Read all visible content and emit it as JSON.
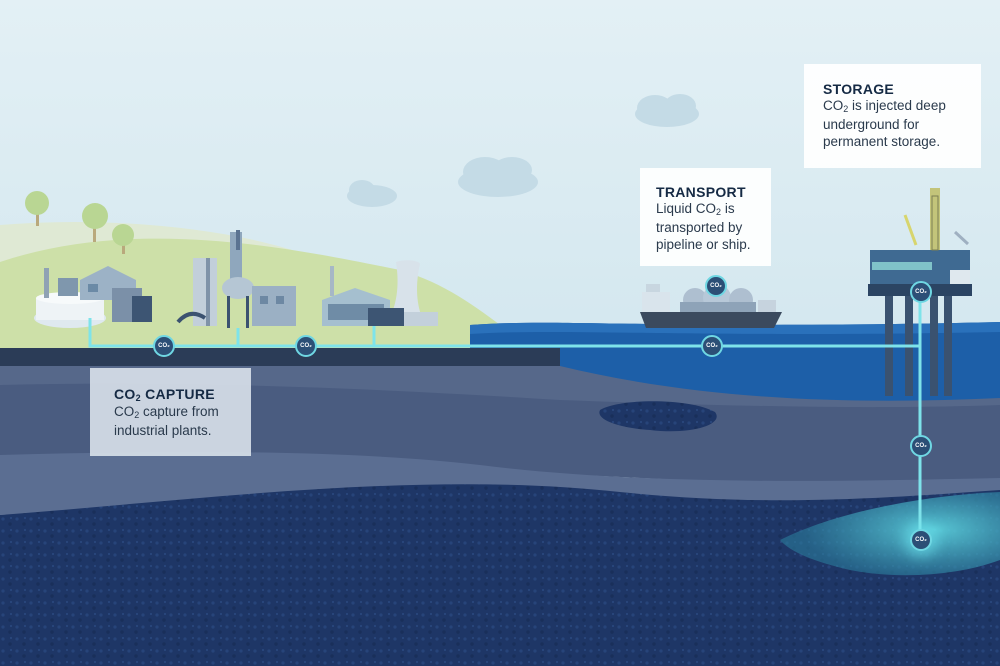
{
  "cards": {
    "storage": {
      "title": "STORAGE",
      "body_pre": "CO",
      "body_sub": "2",
      "body_post": " is injected deep underground for permanent storage."
    },
    "transport": {
      "title": "TRANSPORT",
      "body_pre": "Liquid CO",
      "body_sub": "2",
      "body_post": " is transported by pipeline or ship."
    },
    "capture": {
      "title_pre": "CO",
      "title_sub": "2",
      "title_post": " CAPTURE",
      "body_pre": "CO",
      "body_sub": "2",
      "body_post": " capture from industrial plants."
    }
  },
  "pipeline_markers": [
    {
      "label": "CO₂",
      "where": "capture-line-1"
    },
    {
      "label": "CO₂",
      "where": "capture-line-2"
    },
    {
      "label": "CO₂",
      "where": "ship-tank"
    },
    {
      "label": "CO₂",
      "where": "sea-line"
    },
    {
      "label": "CO₂",
      "where": "platform"
    },
    {
      "label": "CO₂",
      "where": "injection-well"
    },
    {
      "label": "CO₂",
      "where": "reservoir"
    }
  ],
  "colors": {
    "sky": "#dcebf2",
    "hill": "#c9dfa3",
    "sea": "#1d5fa8",
    "pipeline": "#7ee3ea",
    "deep_rock": "#1f3868",
    "reservoir": "#2c8fa3"
  }
}
